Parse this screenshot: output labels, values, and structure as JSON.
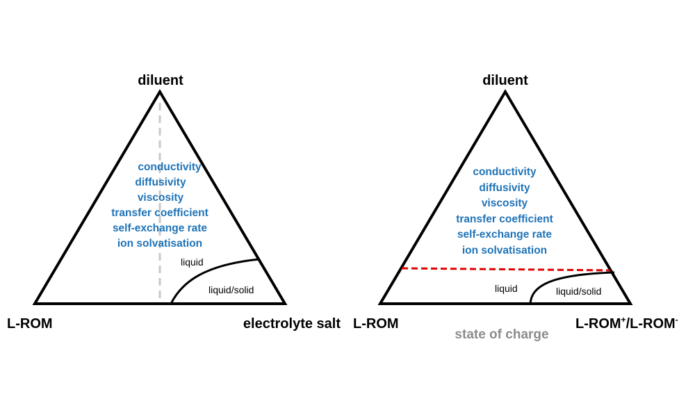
{
  "colors": {
    "property_text": "#1f73b7",
    "outline": "#000000",
    "dashed_vertical": "#c8c8c8",
    "dashed_horizontal": "#e00000",
    "secondary_text": "#8c8c8c"
  },
  "left": {
    "top_label": "diluent",
    "bottom_left_label": "L-ROM",
    "bottom_right_label": "electrolyte salt",
    "properties": [
      "conductivity",
      "diffusivity",
      "viscosity",
      "transfer coefficient",
      "self-exchange rate",
      "ion solvatisation"
    ],
    "region_upper": "liquid",
    "region_lower": "liquid/solid"
  },
  "right": {
    "top_label": "diluent",
    "bottom_left_label": "L-ROM",
    "bottom_right_label_base": "L-ROM",
    "bottom_right_sup1": "+",
    "bottom_right_sep": "/L-ROM",
    "bottom_right_sup2": "-",
    "axis_label": "state of charge",
    "properties": [
      "conductivity",
      "diffusivity",
      "viscosity",
      "transfer coefficient",
      "self-exchange rate",
      "ion solvatisation"
    ],
    "region_left": "liquid",
    "region_right": "liquid/solid"
  }
}
